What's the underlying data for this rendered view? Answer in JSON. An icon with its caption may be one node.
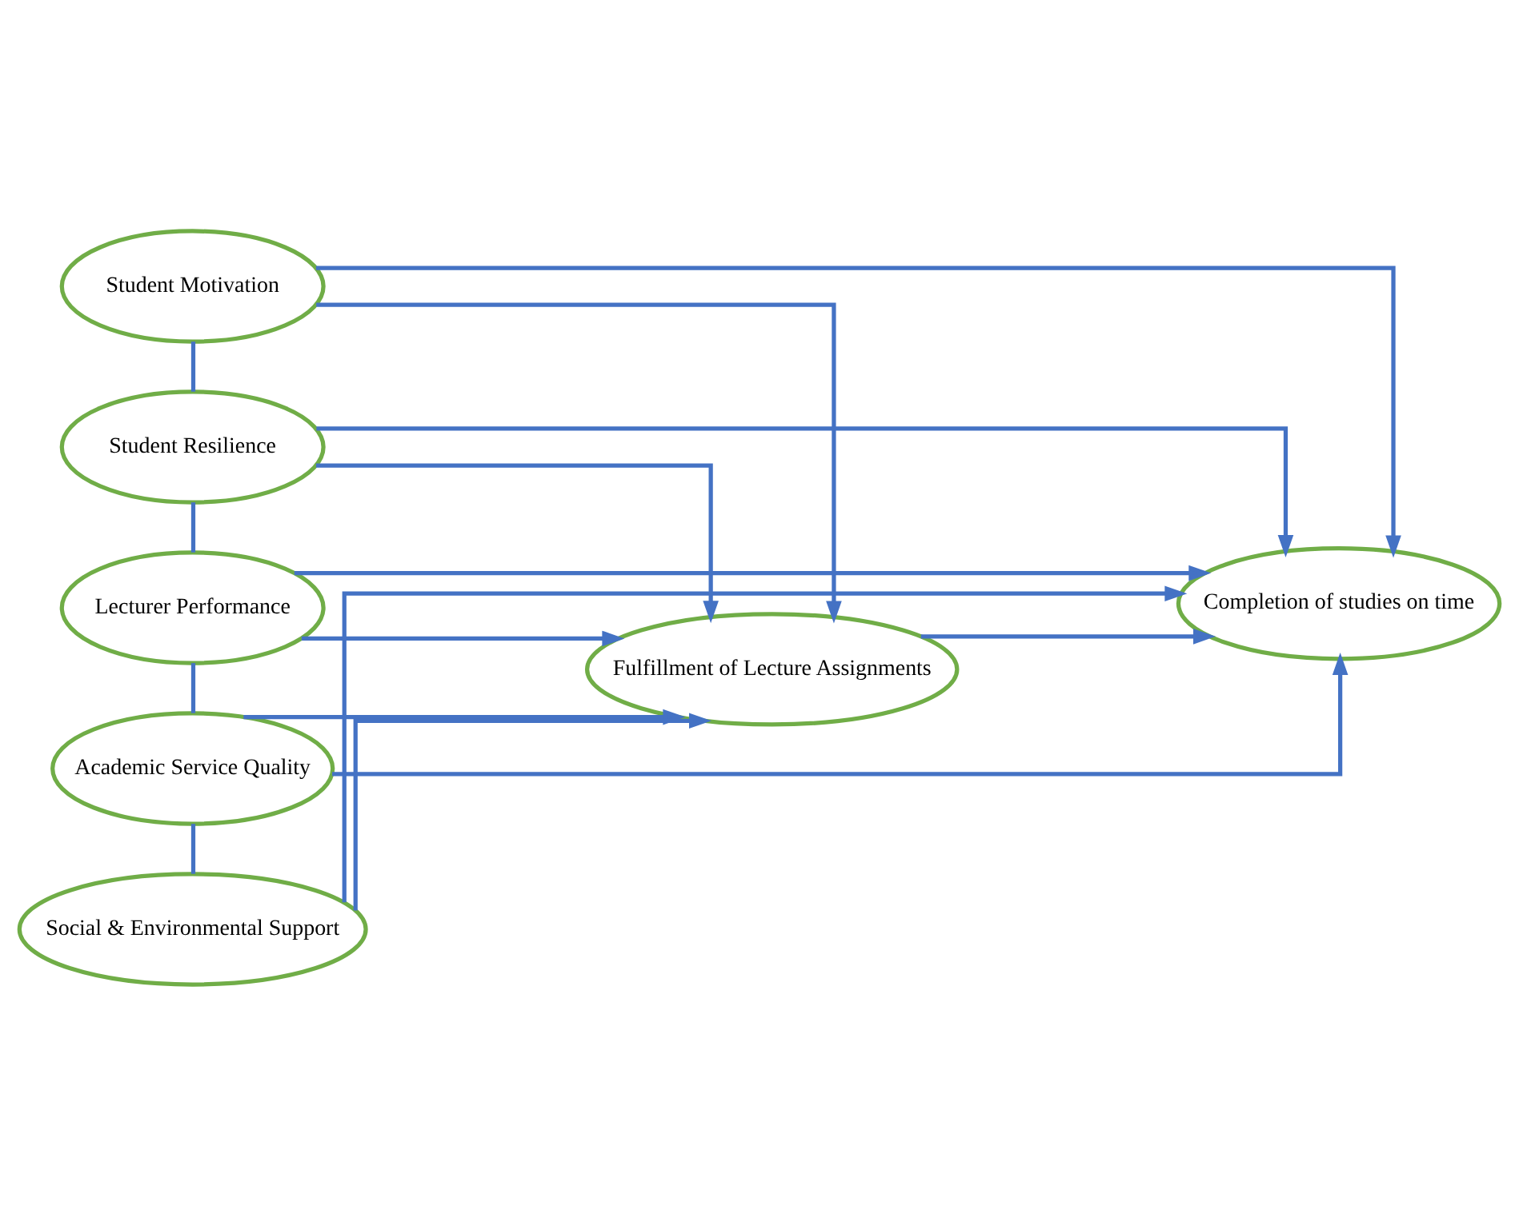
{
  "diagram": {
    "nodes": [
      {
        "text": [
          "Student Motivation"
        ]
      },
      {
        "text": [
          "Student Resilience"
        ]
      },
      {
        "text": [
          "Lecturer Performance"
        ]
      },
      {
        "text": [
          "Academic Service Quality"
        ]
      },
      {
        "text": [
          "Social & Environmental Support"
        ]
      },
      {
        "text": [
          "Fulfillment of Lecture Assignments"
        ]
      },
      {
        "text": [
          "Completion of studies on time"
        ]
      }
    ],
    "edges": [
      {
        "from": 0,
        "to": 1,
        "arrow": "none"
      },
      {
        "from": 1,
        "to": 2,
        "arrow": "none"
      },
      {
        "from": 2,
        "to": 3,
        "arrow": "none"
      },
      {
        "from": 3,
        "to": 4,
        "arrow": "none"
      },
      {
        "from": 0,
        "to": 5,
        "arrow": "to"
      },
      {
        "from": 0,
        "to": 6,
        "arrow": "to"
      },
      {
        "from": 1,
        "to": 5,
        "arrow": "to"
      },
      {
        "from": 1,
        "to": 6,
        "arrow": "to"
      },
      {
        "from": 2,
        "to": 5,
        "arrow": "to"
      },
      {
        "from": 2,
        "to": 6,
        "arrow": "to"
      },
      {
        "from": 3,
        "to": 5,
        "arrow": "to"
      },
      {
        "from": 3,
        "to": 6,
        "arrow": "to"
      },
      {
        "from": 4,
        "to": 6,
        "arrow": "to"
      },
      {
        "from": 4,
        "to": 5,
        "arrow": "to"
      },
      {
        "from": 5,
        "to": 6,
        "arrow": "to"
      }
    ]
  }
}
